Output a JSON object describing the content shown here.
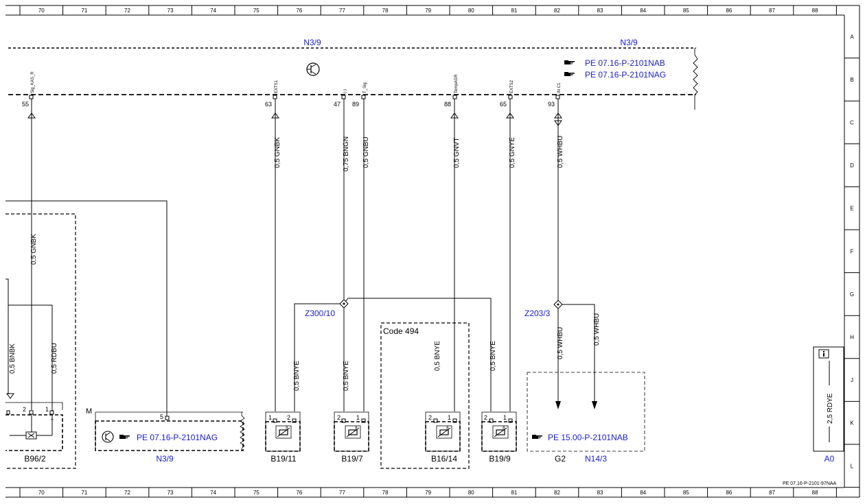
{
  "grid": {
    "columns": [
      "70",
      "71",
      "72",
      "73",
      "74",
      "75",
      "76",
      "77",
      "78",
      "79",
      "80",
      "81",
      "82",
      "83",
      "84",
      "85",
      "86",
      "87",
      "88"
    ],
    "rows": [
      "A",
      "B",
      "C",
      "D",
      "E",
      "F",
      "G",
      "H",
      "J",
      "K",
      "L"
    ]
  },
  "colors": {
    "reference_text": "#1a1ad4",
    "line": "#000000"
  },
  "control_unit": {
    "label_left": "N3/9",
    "label_right": "N3/9",
    "icon": "transistor-icon",
    "refs": [
      {
        "icon": "pointing-hand-icon",
        "text": "PE 07.16-P-2101NAB"
      },
      {
        "icon": "pointing-hand-icon",
        "text": "PE 07.16-P-2101NAG"
      }
    ],
    "pins": [
      {
        "id": "p55",
        "number": "55",
        "signal": "Sig_KAS_R",
        "wire": "0,5 GNBK"
      },
      {
        "id": "p63",
        "number": "63",
        "signal": "EXTS1",
        "wire": "0,5 GNBK"
      },
      {
        "id": "p47",
        "number": "47",
        "signal": "(-)",
        "wire": "0,75 BNGN"
      },
      {
        "id": "p89",
        "number": "89",
        "signal": "T_Sig",
        "wire": "0,5 GNBU"
      },
      {
        "id": "p88",
        "number": "88",
        "signal": "TempAGR",
        "wire": "0,5 GNVT"
      },
      {
        "id": "p65",
        "number": "65",
        "signal": "EXTS2",
        "wire": "0,5 GNYE"
      },
      {
        "id": "p93",
        "number": "93",
        "signal": "IN C1",
        "wire": "0,5 WHBU"
      }
    ]
  },
  "wires_lower": {
    "bnbk": "0,5 BNBK",
    "rdbu": "0,5 RDBU",
    "bnye_b19_11": "0,5 BNYE",
    "bnye_b19_7": "0,5 BNYE",
    "bnye_b16_14": "0,5 BNYE",
    "bnye_b19_9": "0,5 BNYE",
    "whbu_g2": "0,5 WHBU",
    "whbu_n14": "0,5 WHBU"
  },
  "splices": {
    "z300": "Z300/10",
    "z203": "Z203/3"
  },
  "code_box": {
    "label": "Code 494"
  },
  "components": {
    "b96_2": {
      "label": "B96/2",
      "pin_a": "2",
      "pin_b": "1",
      "plus": "+"
    },
    "n3_9_lower": {
      "label": "N3/9",
      "marker": "M",
      "pin": "5",
      "ref": "PE 07.16-P-2101NAG"
    },
    "b19_11": {
      "label": "B19/11",
      "pin_a": "1",
      "pin_b": "2"
    },
    "b19_7": {
      "label": "B19/7",
      "pin_a": "2",
      "pin_b": "1"
    },
    "b16_14": {
      "label": "B16/14",
      "pin_a": "2",
      "pin_b": "1"
    },
    "b19_9": {
      "label": "B19/9",
      "pin_a": "2",
      "pin_b": "1"
    },
    "g2": {
      "label": "G2"
    },
    "n14_3": {
      "label": "N14/3",
      "ref": "PE 15.00-P-2101NAB"
    },
    "a0": {
      "label": "A0",
      "wire": "2,5 RDYE"
    }
  },
  "document_code": "PE 07.16-P-2101-97NAA"
}
